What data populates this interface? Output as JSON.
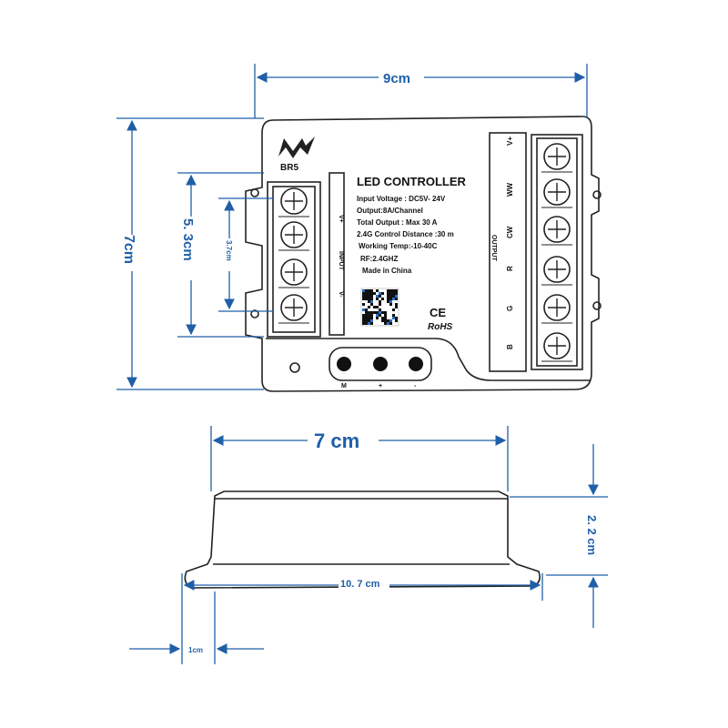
{
  "dimensions": {
    "top_width": "9cm",
    "top_height": "7cm",
    "terminal_span": "5. 3cm",
    "terminal_pitch": "3.7cm",
    "side_width": "7 cm",
    "side_height": "2. 2 cm",
    "side_total_length": "10. 7 cm",
    "flange_width": "1cm"
  },
  "controller": {
    "logo_text": "BR5",
    "title": "LED CONTROLLER",
    "specs": [
      "Input Voltage : DC5V- 24V",
      "Output:8A/Channel",
      "Total Output : Max 30 A",
      "2.4G Control Distance :30 m",
      "Working Temp:-10-40C",
      "RF:2.4GHZ",
      "Made in China"
    ],
    "input_label": "INPUT",
    "input_pins": [
      "V+",
      "V-"
    ],
    "output_label": "OUTPUT",
    "output_pins": [
      "V+",
      "WW",
      "CW",
      "R",
      "G",
      "B"
    ],
    "buttons": [
      "M",
      "+",
      "-"
    ],
    "ce_mark": "CE",
    "rohs_mark": "RoHS"
  },
  "colors": {
    "dimension": "#1f5fa8",
    "outline": "#222222",
    "terminal_fill": "#ffffff"
  }
}
